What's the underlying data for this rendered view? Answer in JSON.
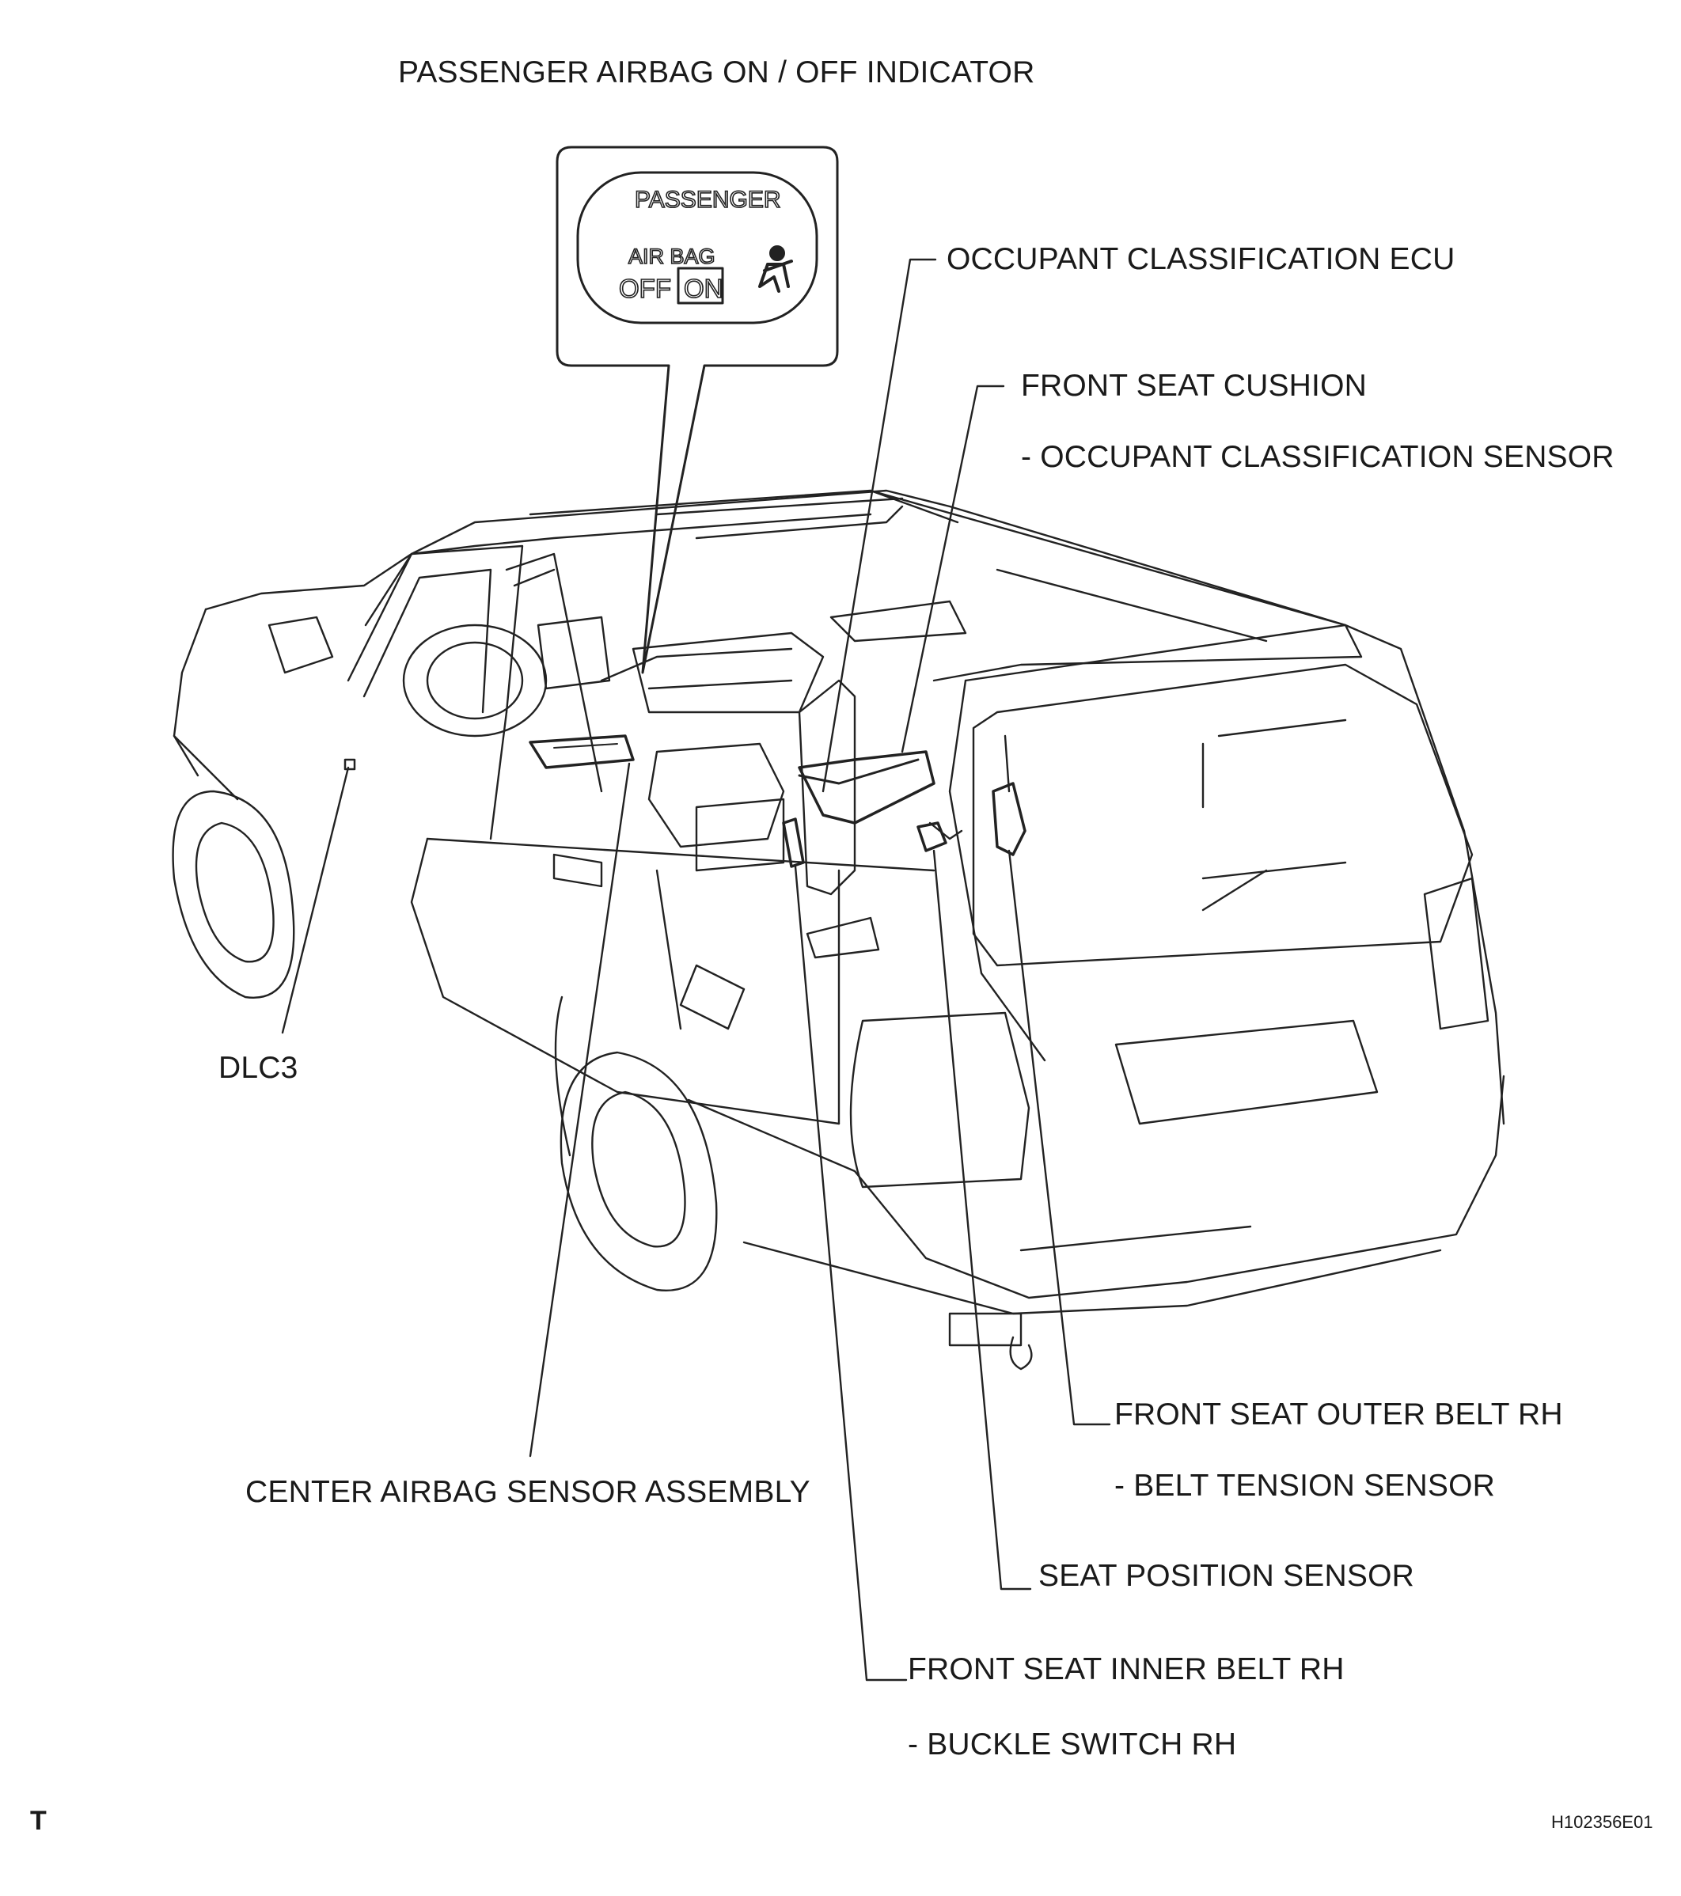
{
  "title": "PASSENGER AIRBAG ON / OFF INDICATOR",
  "indicator": {
    "line1": "PASSENGER",
    "line2": "AIR BAG",
    "off": "OFF",
    "on": "ON",
    "icon": "seatbelt-person-icon"
  },
  "labels": {
    "ecu": "OCCUPANT CLASSIFICATION ECU",
    "cushion": "FRONT SEAT CUSHION",
    "cushion_sensor": "- OCCUPANT CLASSIFICATION SENSOR",
    "dlc3": "DLC3",
    "center_sensor": "CENTER AIRBAG SENSOR ASSEMBLY",
    "outer_belt": "FRONT SEAT OUTER BELT RH",
    "belt_tension": "- BELT TENSION SENSOR",
    "seat_position": "SEAT POSITION SENSOR",
    "inner_belt": "FRONT SEAT INNER BELT RH",
    "buckle": "- BUCKLE SWITCH RH"
  },
  "corner_mark": "T",
  "figure_code": "H102356E01"
}
